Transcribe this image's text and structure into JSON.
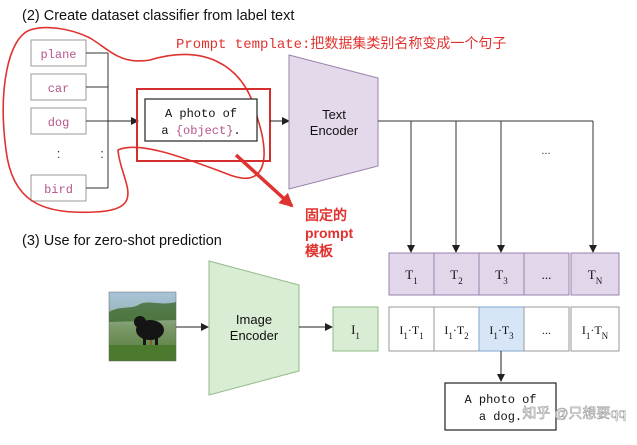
{
  "section2": {
    "title": "(2) Create dataset classifier from label text"
  },
  "section3": {
    "title": "(3) Use for zero-shot prediction"
  },
  "labels": {
    "items": [
      "plane",
      "car",
      "dog",
      "bird"
    ],
    "ellipsis": ":",
    "color": "#b5568c"
  },
  "template_box": {
    "line1": "A photo of",
    "line2_prefix": "a ",
    "line2_object": "{object}",
    "line2_suffix": "."
  },
  "annotation": {
    "prompt_template": "Prompt template:把数据集类别名称变成一个句子",
    "fixed_prompt": [
      "固定的",
      "prompt",
      "模板"
    ],
    "color": "#e0332f"
  },
  "text_encoder": {
    "line1": "Text",
    "line2": "Encoder"
  },
  "image_encoder": {
    "line1": "Image",
    "line2": "Encoder"
  },
  "text_features": [
    "T1",
    "T2",
    "T3",
    "...",
    "TN"
  ],
  "dots_between_arrows": "...",
  "image_feature": "I1",
  "similarities": [
    "I1·T1",
    "I1·T2",
    "I1·T3",
    "...",
    "I1·TN"
  ],
  "highlight_index": 2,
  "output": {
    "line1": "A photo of",
    "line2": "a dog."
  },
  "watermark": "知乎 @只想要qq",
  "colors": {
    "text_encoder_fill": "#e4d8eb",
    "text_encoder_stroke": "#9a82ad",
    "image_encoder_fill": "#d9ecd4",
    "image_encoder_stroke": "#8fbb86",
    "t_cell_fill": "#e2d6ea",
    "highlight_fill": "#d6e6f7",
    "highlight_stroke": "#7fa6cf"
  }
}
